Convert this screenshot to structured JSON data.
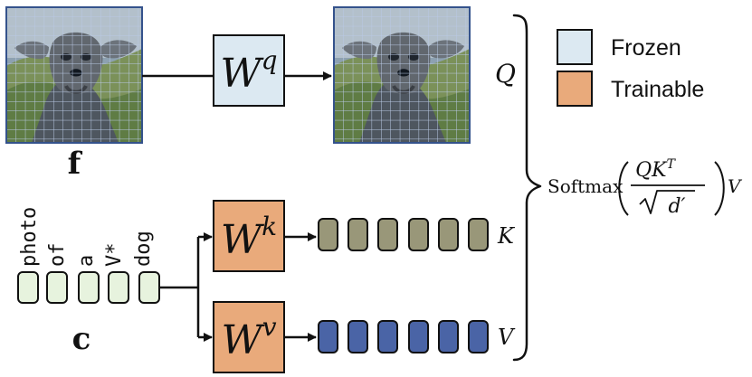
{
  "colors": {
    "frozen": "#dce9f2",
    "trainable": "#e9aa7b",
    "token": "#e7f3de",
    "key": "#999779",
    "value": "#4a64a6",
    "stroke": "#111111",
    "grid": "#b9c9e4",
    "photo_border": "#34528c"
  },
  "legend": {
    "frozen": "Frozen",
    "trainable": "Trainable"
  },
  "labels": {
    "feature": "f",
    "condition": "c",
    "Q": "Q",
    "K": "K",
    "V": "V"
  },
  "weights": {
    "query": {
      "base": "W",
      "sup": "q"
    },
    "key": {
      "base": "W",
      "sup": "k"
    },
    "value": {
      "base": "W",
      "sup": "v"
    }
  },
  "tokens": [
    "photo",
    "of",
    "a",
    "V*",
    "dog"
  ],
  "formula": {
    "softmax": "Softmax",
    "numerator": "QK",
    "numerator_sup": "T",
    "denominator": "d′",
    "trailing": "V"
  },
  "photo": {
    "input": "dog-photo-input",
    "output": "dog-photo-output"
  }
}
